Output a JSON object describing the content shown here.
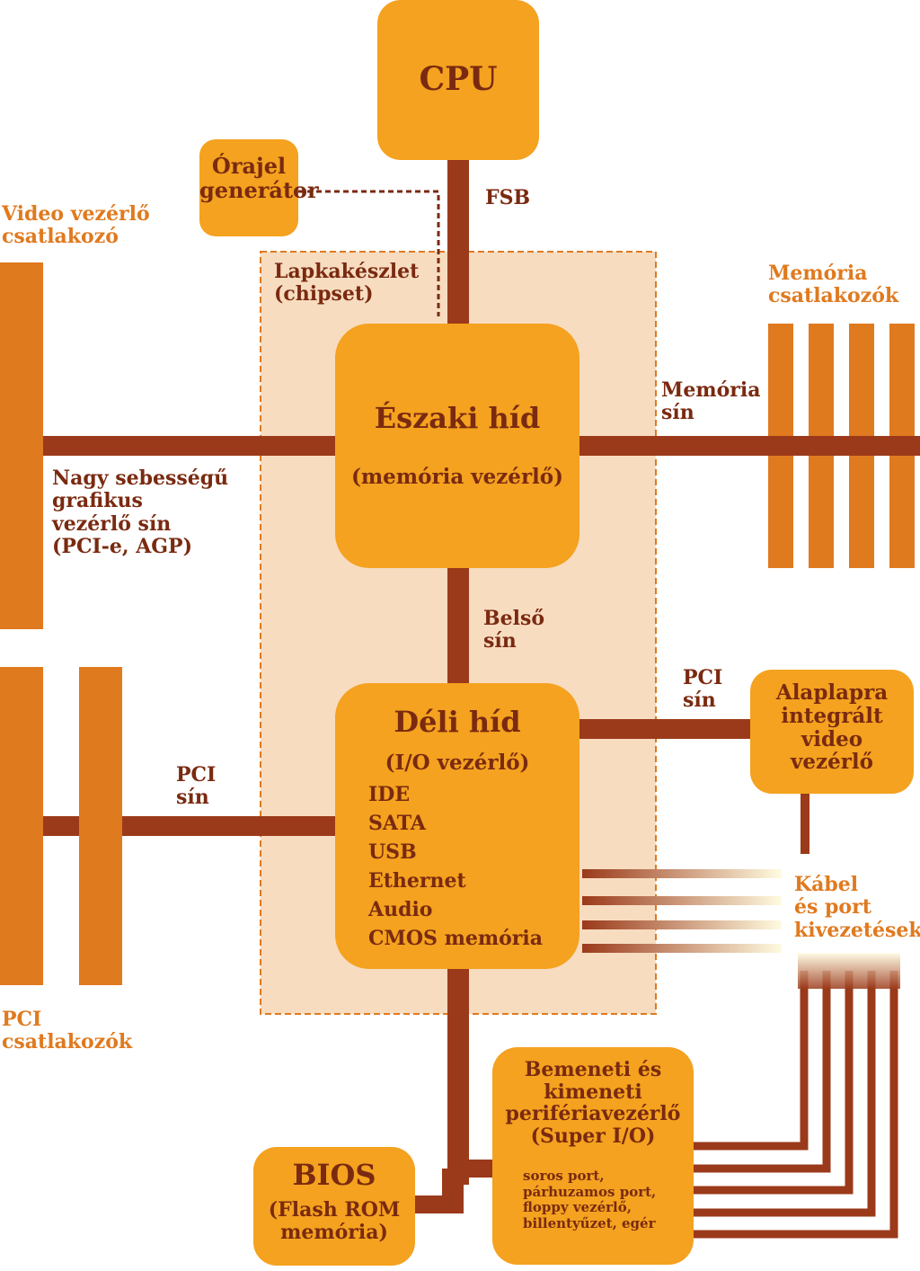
{
  "cpu": "CPU",
  "clock_generator": "Órajel\ngenerátor",
  "fsb_label": "FSB",
  "chipset_label": "Lapkakészlet\n(chipset)",
  "north_bridge": {
    "title": "Északi híd",
    "subtitle": "(memória vezérlő)"
  },
  "south_bridge": {
    "title": "Déli híd",
    "subtitle": "(I/O vezérlő)",
    "items": [
      "IDE",
      "SATA",
      "USB",
      "Ethernet",
      "Audio",
      "CMOS memória"
    ]
  },
  "video_connector_label": "Video vezérlő\ncsatlakozó",
  "memory_connectors_label": "Memória\ncsatlakozók",
  "memory_bus_label": "Memória\nsín",
  "graphics_bus_label": "Nagy sebességű\ngrafikus\nvezérlő sín\n(PCI-e, AGP)",
  "internal_bus_label": "Belső\nsín",
  "pci_bus_right_label": "PCI\nsín",
  "pci_bus_left_label": "PCI\nsín",
  "integrated_video": "Alaplapra\nintegrált\nvideo\nvezérlő",
  "cable_label": "Kábel\nés port\nkivezetések",
  "pci_connectors_label": "PCI\ncsatlakozók",
  "super_io": {
    "title": "Bemeneti és\nkimeneti\nperifériavezérlő\n(Super I/O)",
    "items": "soros port,\npárhuzamos port,\nfloppy vezérlő,\nbillentyűzet, egér"
  },
  "bios": {
    "title": "BIOS",
    "subtitle": "(Flash ROM\nmemória)"
  },
  "colors": {
    "box": "#f4a21f",
    "bus": "#9b3a1a",
    "connector": "#e07a1f",
    "chipset_bg": "#f7dcc0",
    "text": "#7a2a10",
    "label_orange": "#e07a1f"
  }
}
